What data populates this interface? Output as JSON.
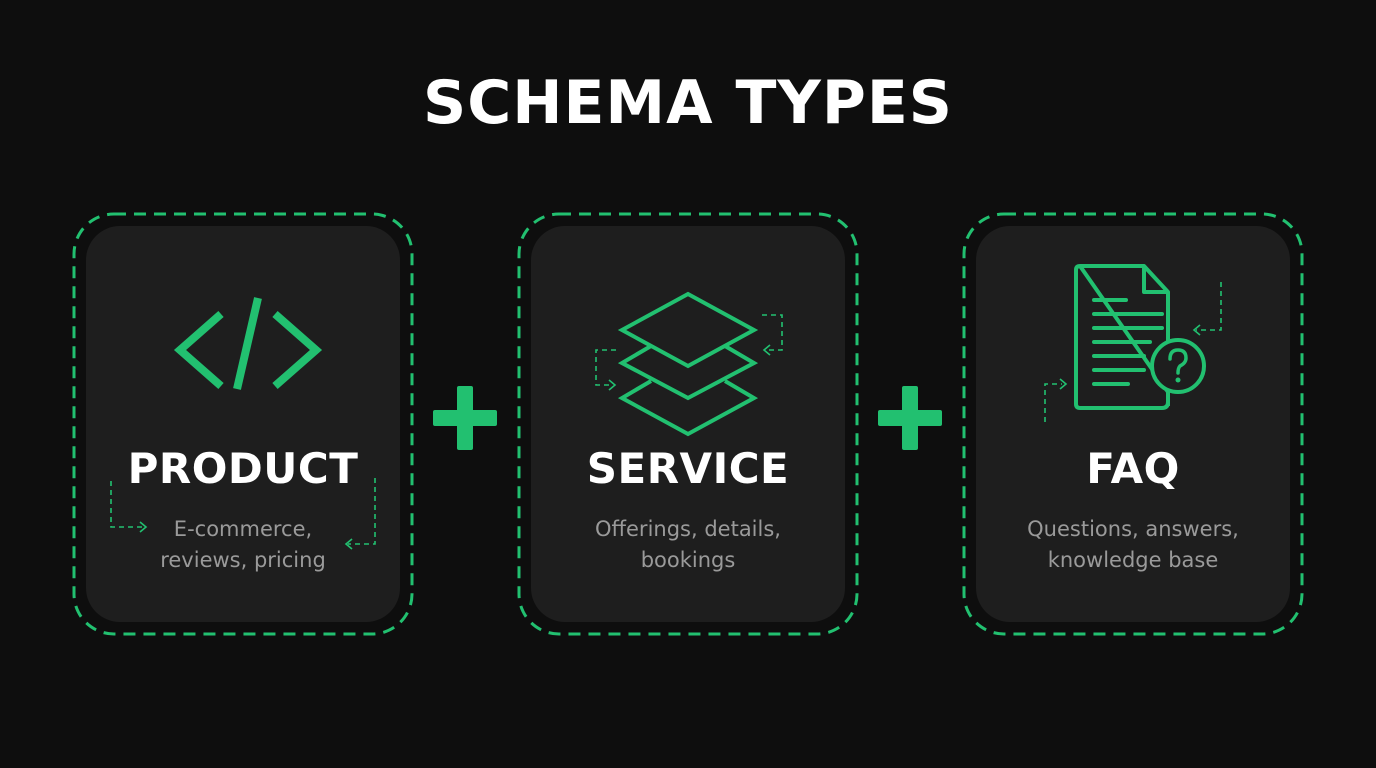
{
  "title": "SCHEMA TYPES",
  "colors": {
    "accent": "#22c070",
    "background": "#0e0e0e",
    "card": "#1e1e1e",
    "title": "#ffffff",
    "description": "#9a9a9a"
  },
  "cards": [
    {
      "icon": "code-icon",
      "title": "PRODUCT",
      "desc_line1": "E-commerce,",
      "desc_line2": "reviews, pricing"
    },
    {
      "icon": "layers-icon",
      "title": "SERVICE",
      "desc_line1": "Offerings, details,",
      "desc_line2": "bookings"
    },
    {
      "icon": "faq-document-icon",
      "title": "FAQ",
      "desc_line1": "Questions, answers,",
      "desc_line2": "knowledge base"
    }
  ],
  "connectors": [
    "plus-icon",
    "plus-icon"
  ]
}
